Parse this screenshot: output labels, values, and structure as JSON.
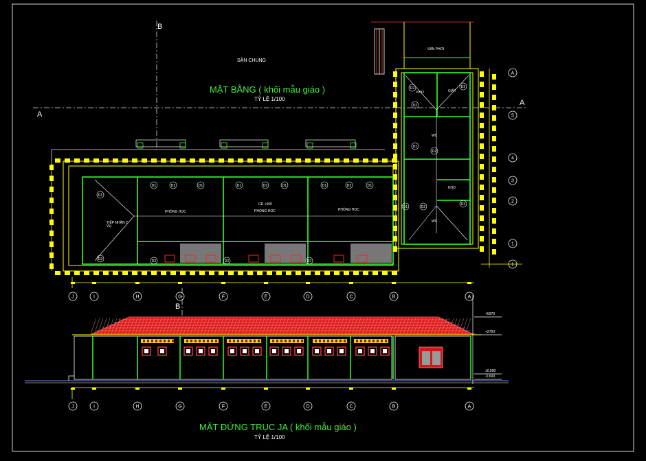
{
  "plan": {
    "title": "MẶT BẰNG ( khối mẫu giáo )",
    "scale": "TỶ LỆ 1/100",
    "courtyard_label": "SÂN CHUNG",
    "drying_yard_label": "SÂN PHƠI",
    "room_labels": [
      "PHÒNG HỌC",
      "PHÒNG HỌC",
      "PHÒNG HỌC"
    ],
    "reception_label": "TIẾP NHẬN Y VỤ",
    "storage_labels": [
      "KHO",
      "KHO"
    ],
    "laundry_label": "GIẶT",
    "wc_labels": [
      "WC",
      "WC"
    ],
    "elevation_mark": "CĐ +600",
    "grid_axis_A": "A",
    "grid_axis_B": "B",
    "right_axes": [
      "A",
      "5",
      "4",
      "3",
      "2",
      "1"
    ],
    "door_tags": [
      "D1",
      "D2",
      "D3"
    ]
  },
  "elevation": {
    "title": "MẶT ĐỨNG TRỤC JA ( khối mẫu giáo )",
    "scale": "TỶ LỆ 1/100",
    "level_marks": [
      "+5970",
      "+2700",
      "±0.000",
      "-0.600"
    ],
    "bottom_axes": [
      "J",
      "I",
      "H",
      "G",
      "F",
      "E",
      "D",
      "C",
      "B",
      "A"
    ]
  },
  "colors": {
    "background": "#000000",
    "wall": "#ffff00",
    "green": "#33ff33",
    "roof": "#ff2222",
    "white": "#ffffff"
  }
}
